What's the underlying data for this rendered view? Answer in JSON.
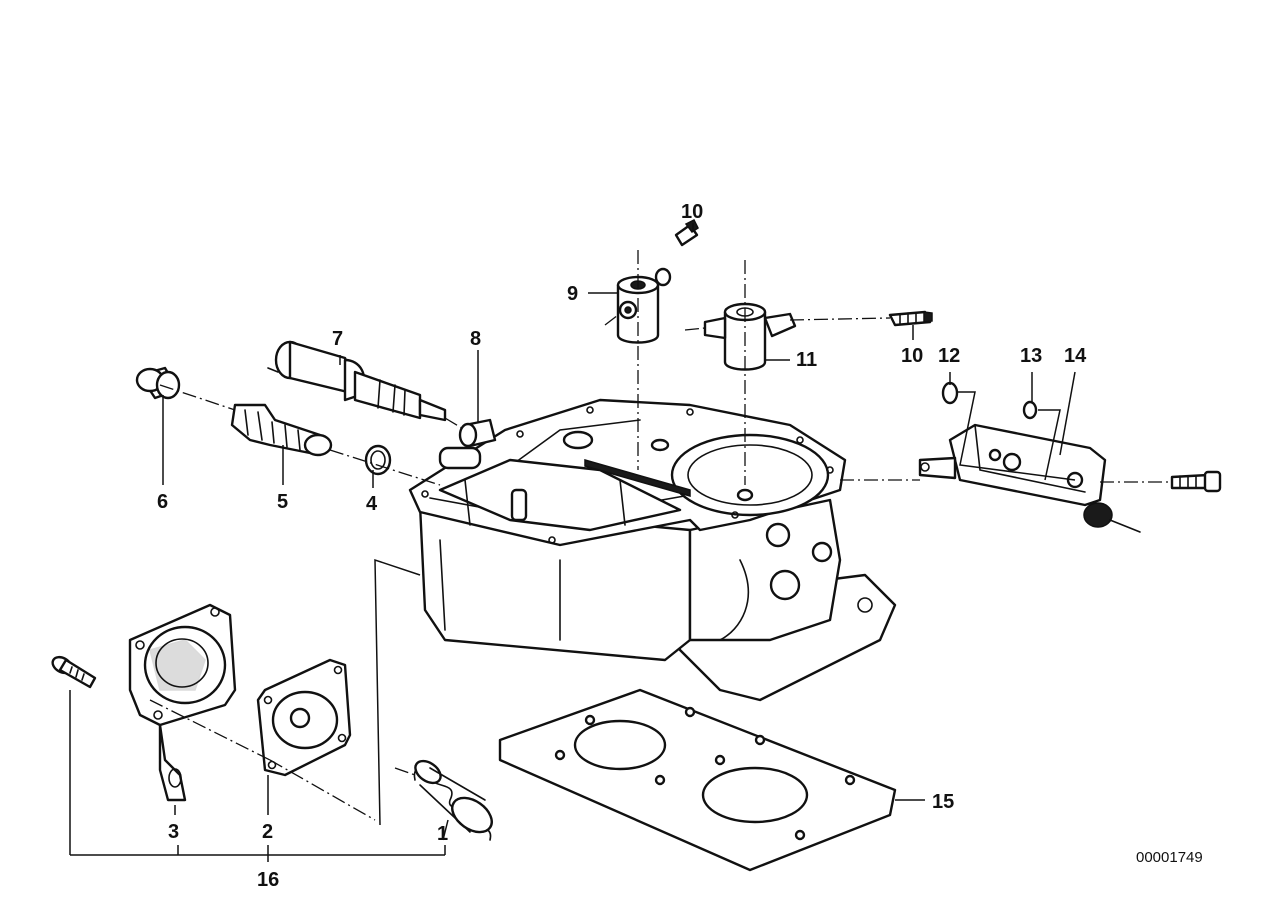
{
  "callouts": {
    "c1": "1",
    "c2": "2",
    "c3": "3",
    "c4": "4",
    "c5": "5",
    "c6": "6",
    "c7": "7",
    "c8": "8",
    "c9": "9",
    "c10a": "10",
    "c10b": "10",
    "c11": "11",
    "c12": "12",
    "c13": "13",
    "c14": "14",
    "c15": "15",
    "c16": "16"
  },
  "document_id": "00001749"
}
